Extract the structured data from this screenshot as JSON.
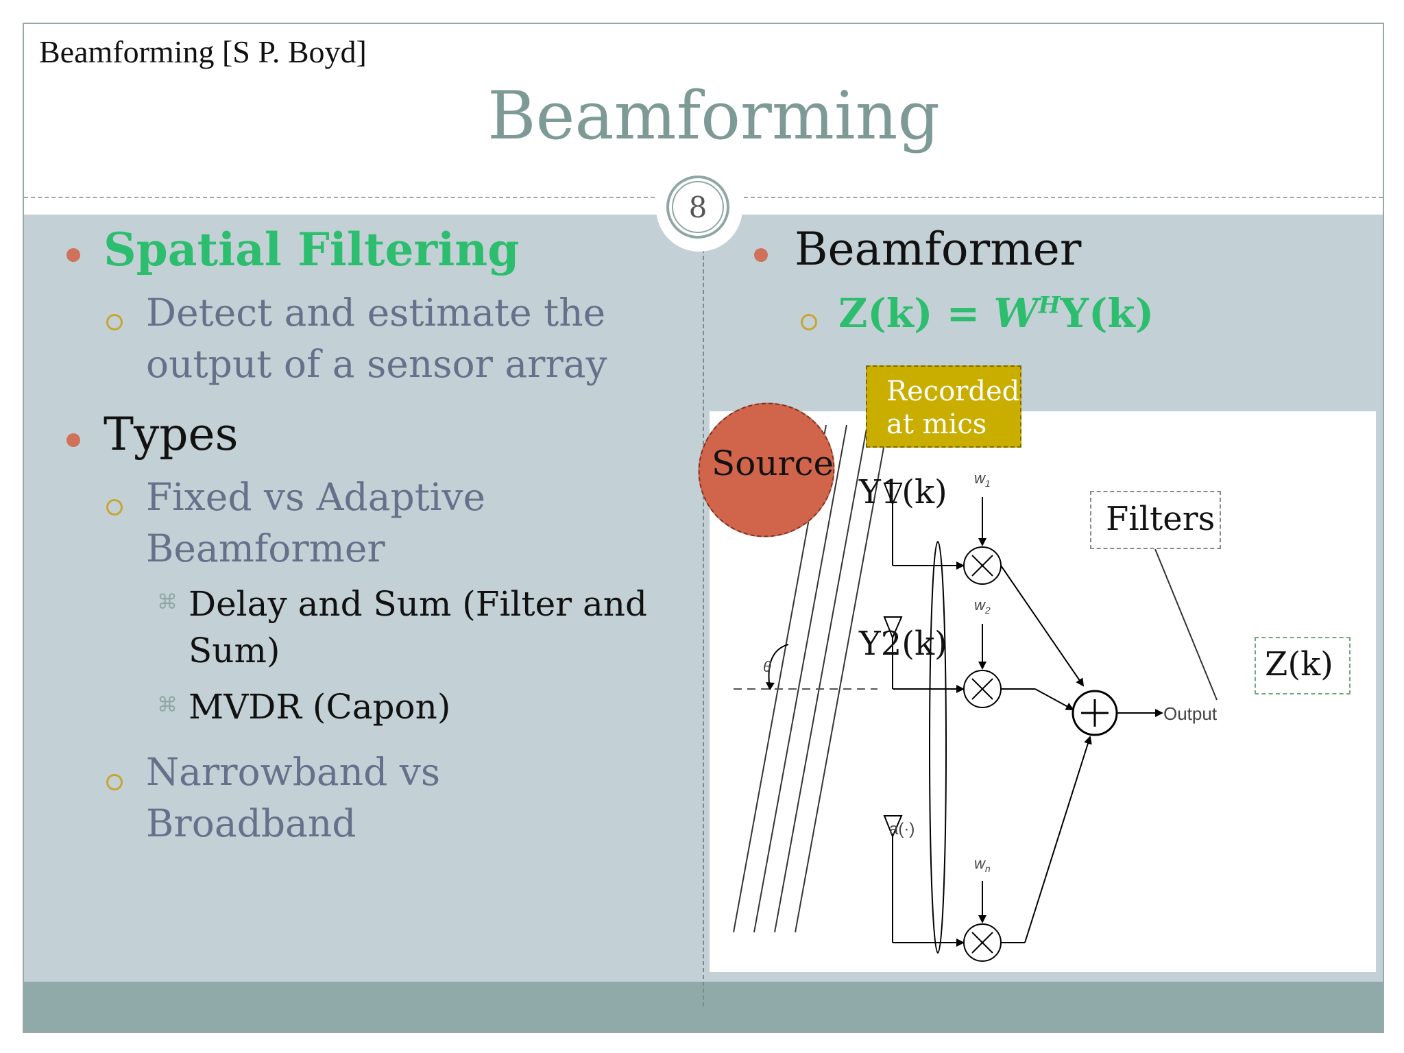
{
  "header": {
    "note": "Beamforming [S P. Boyd]",
    "title": "Beamforming",
    "slide_number": "8"
  },
  "left": {
    "bullet1": "Spatial Filtering",
    "bullet1_sub": [
      "Detect and estimate the",
      "output of a sensor array"
    ],
    "bullet2": "Types",
    "sub_fixed": [
      "Fixed vs Adaptive",
      "Beamformer"
    ],
    "items": [
      [
        "Delay and Sum (Filter and",
        "Sum)"
      ],
      [
        "MVDR (Capon)"
      ]
    ],
    "sub_narrow": [
      "Narrowband vs",
      "Broadband"
    ]
  },
  "right": {
    "bullet": "Beamformer",
    "formula_left": "Z(k) = ",
    "formula_w": "W",
    "formula_sup": "H",
    "formula_right": "Y(k)"
  },
  "diagram": {
    "source": "Source",
    "recorded": [
      "Recorded",
      "at mics"
    ],
    "y1": "Y1(k)",
    "y2": "Y2(k)",
    "filters": "Filters",
    "zk": "Z(k)",
    "output": "Output",
    "theta": "θ",
    "a": "a(·)",
    "w1": "w",
    "w1_sub": "1",
    "w2": "w",
    "w2_sub": "2",
    "wn": "w",
    "wn_sub": "n"
  },
  "colors": {
    "accent_green": "#2dbd6e",
    "title_gray": "#7e9a96",
    "content_bg": "#c3d1d6",
    "bullet_orange": "#d0725a",
    "source_red": "#d0654b",
    "recorded_yellow": "#c9ae00"
  }
}
